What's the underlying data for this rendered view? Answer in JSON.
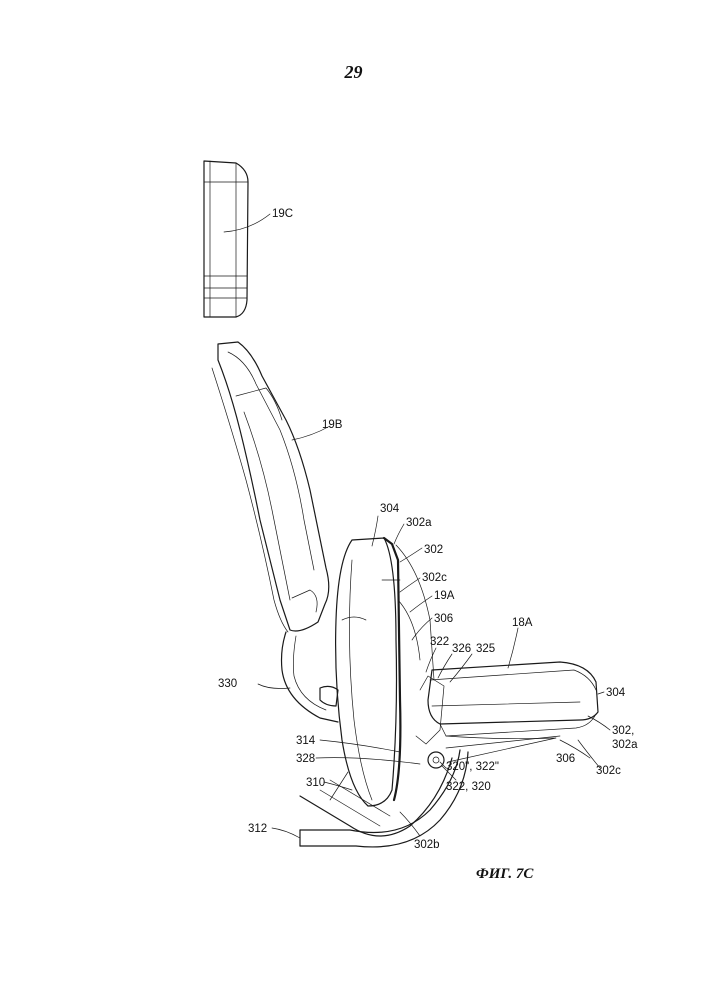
{
  "page_number": "29",
  "caption": "ФИГ. 7С",
  "labels": {
    "l19C": "19C",
    "l19B": "19B",
    "l304a": "304",
    "l302a_top": "302a",
    "l302_top": "302",
    "l302c_top": "302c",
    "l19A": "19A",
    "l306_top": "306",
    "l18A": "18A",
    "l322": "322",
    "l326": "326",
    "l325": "325",
    "l304b": "304",
    "l302_right": "302,",
    "l302a_right": "302a",
    "l330": "330",
    "l314": "314",
    "l328": "328",
    "l320pp": "320\", 322\"",
    "l306_bottom": "306",
    "l302c_right": "302c",
    "l310": "310",
    "l322_320": "322, 320",
    "l312": "312",
    "l302b": "302b"
  }
}
